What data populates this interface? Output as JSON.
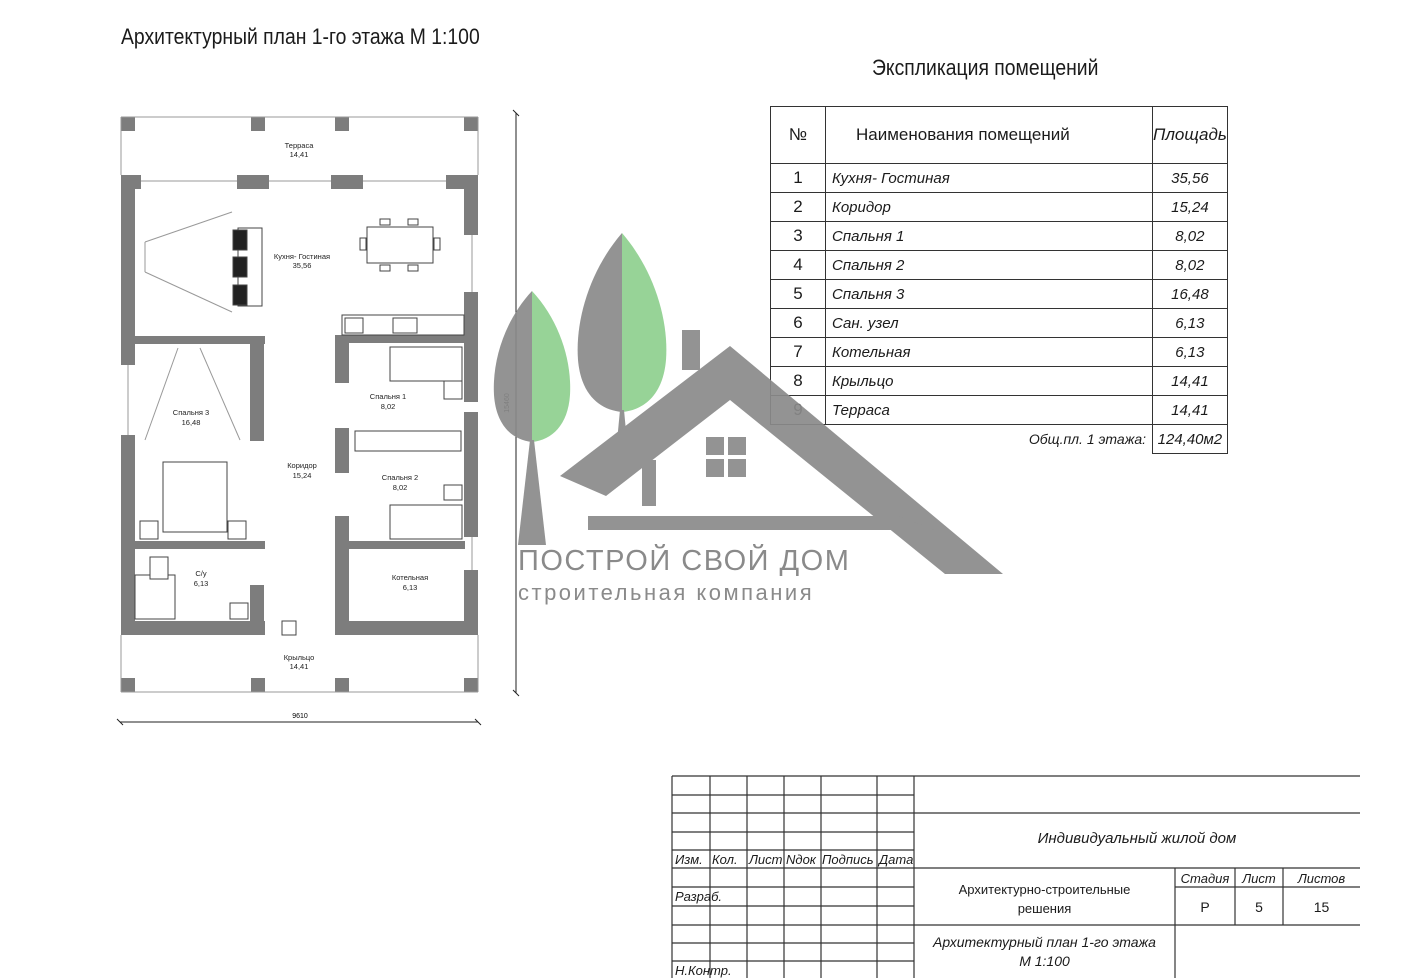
{
  "drawing_title": "Архитектурный план 1-го этажа М 1:100",
  "plan": {
    "rooms": [
      {
        "name": "Терраса",
        "area": "14,41"
      },
      {
        "name": "Кухня- Гостиная",
        "area": "35,56"
      },
      {
        "name": "Спальня 1",
        "area": "8,02"
      },
      {
        "name": "Спальня 3",
        "area": "16,48"
      },
      {
        "name": "Коридор",
        "area": "15,24"
      },
      {
        "name": "Спальня 2",
        "area": "8,02"
      },
      {
        "name": "С/у",
        "area": "6,13"
      },
      {
        "name": "Котельная",
        "area": "6,13"
      },
      {
        "name": "Крыльцо",
        "area": "14,41"
      }
    ],
    "dim_width": "9610",
    "dim_height": "15460"
  },
  "explication": {
    "title": "Экспликация помещений",
    "headers": [
      "№",
      "Наименования помещений",
      "Площадь"
    ],
    "rows": [
      {
        "n": "1",
        "name": "Кухня- Гостиная",
        "area": "35,56"
      },
      {
        "n": "2",
        "name": "Коридор",
        "area": "15,24"
      },
      {
        "n": "3",
        "name": "Спальня 1",
        "area": "8,02"
      },
      {
        "n": "4",
        "name": "Спальня 2",
        "area": "8,02"
      },
      {
        "n": "5",
        "name": "Спальня 3",
        "area": "16,48"
      },
      {
        "n": "6",
        "name": "Сан. узел",
        "area": "6,13"
      },
      {
        "n": "7",
        "name": "Котельная",
        "area": "6,13"
      },
      {
        "n": "8",
        "name": "Крыльцо",
        "area": "14,41"
      },
      {
        "n": "9",
        "name": "Терраса",
        "area": "14,41"
      }
    ],
    "total_label": "Общ.пл. 1 этажа:",
    "total_value": "124,40м2"
  },
  "watermark": {
    "line1": "ПОСТРОЙ СВОЙ ДОМ",
    "line2": "строительная компания",
    "colors": {
      "gray": "#8a8a8a",
      "green": "#8fd08f"
    }
  },
  "title_block": {
    "col_headers": [
      "Изм.",
      "Кол.",
      "Лист",
      "Nдок",
      "Подпись",
      "Дата"
    ],
    "row_labels": [
      "Разраб.",
      "Н.Контр."
    ],
    "project": "Индивидуальный жилой дом",
    "section_line1": "Архитектурно-строительные",
    "section_line2": "решения",
    "stage_headers": [
      "Стадия",
      "Лист",
      "Листов"
    ],
    "stage_values": [
      "Р",
      "5",
      "15"
    ],
    "sheet_line1": "Архитектурный план 1-го этажа",
    "sheet_line2": "М 1:100"
  }
}
